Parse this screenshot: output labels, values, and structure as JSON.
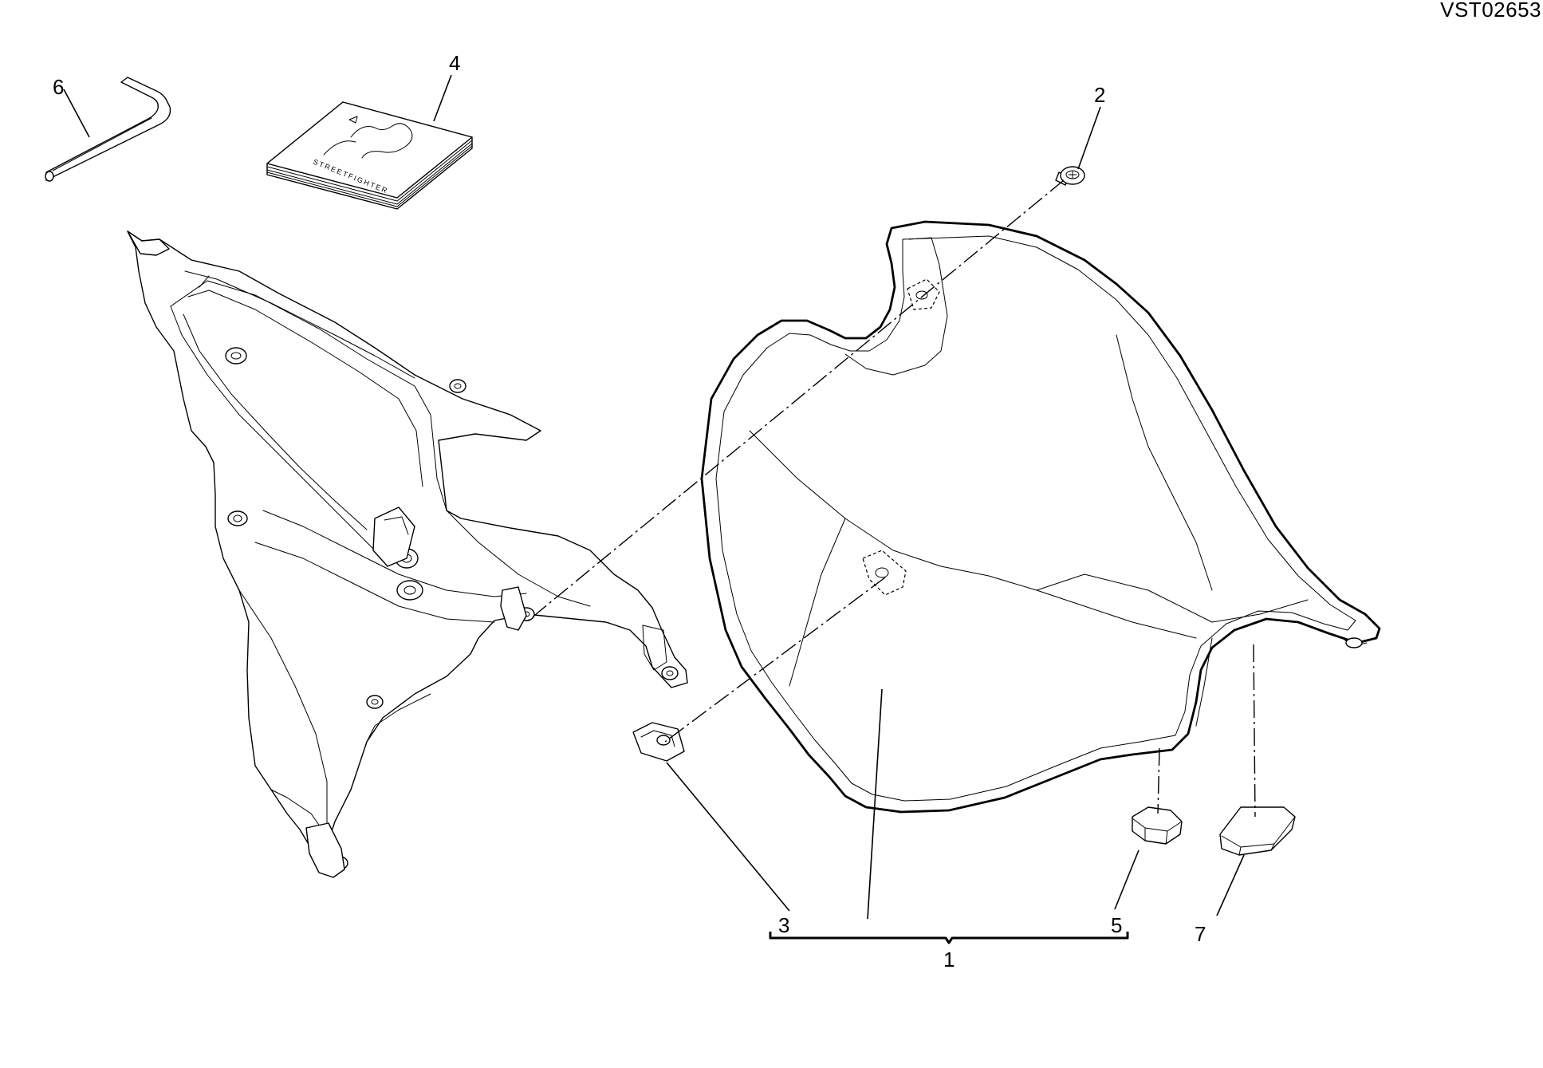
{
  "drawing_ref": "VST02653",
  "callouts": {
    "c1": "1",
    "c2": "2",
    "c3": "3",
    "c4": "4",
    "c5": "5",
    "c6": "6",
    "c7": "7"
  },
  "manual_cover_text": "STREETFIGHTER"
}
